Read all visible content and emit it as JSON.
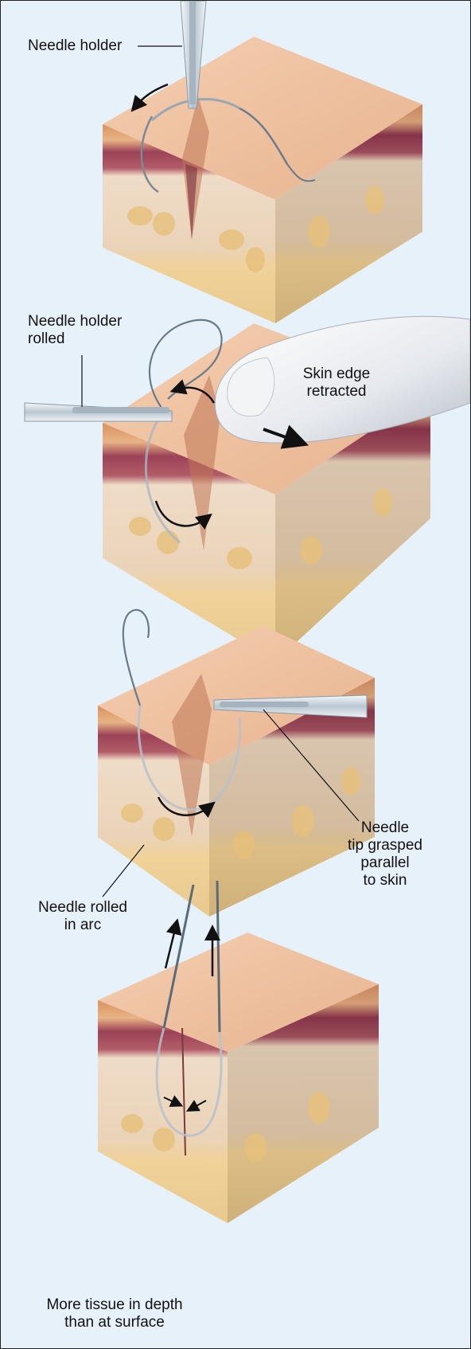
{
  "labels": {
    "needle_holder": "Needle holder",
    "needle_holder_rolled": "Needle holder\nrolled",
    "skin_edge_retracted": "Skin edge\nretracted",
    "needle_tip_grasped": "Needle\ntip grasped\nparallel\nto skin",
    "needle_rolled_in_arc": "Needle rolled\nin arc",
    "more_tissue": "More tissue in depth\nthan at surface"
  },
  "colors": {
    "background": "#e7f1f9",
    "skin_top": "#f0c4a2",
    "epidermis": "#d99a6f",
    "dermis_band": "#9b4456",
    "dermis": "#efdcc6",
    "fat": "#f2d49a",
    "needle": "#9aa7b3",
    "instrument": "#cfd8df",
    "finger": "#eef0f2"
  }
}
